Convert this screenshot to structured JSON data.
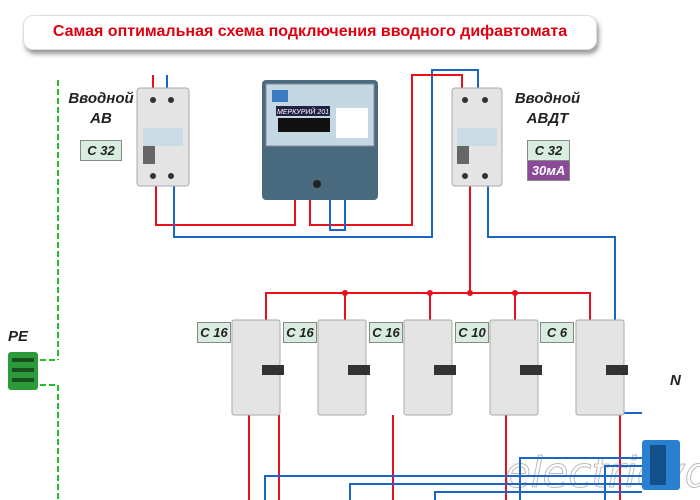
{
  "title": "Самая оптимальная схема подключения вводного дифавтомата",
  "input_breaker": {
    "label_line1": "Вводной",
    "label_line2": "АВ",
    "rating": "C 32"
  },
  "input_rcbo": {
    "label_line1": "Вводной",
    "label_line2": "АВДТ",
    "rating": "C 32",
    "leakage": "30мА"
  },
  "meter": {
    "brand": "МЕРКУРИЙ 201"
  },
  "branch_breakers": [
    {
      "rating": "C 16"
    },
    {
      "rating": "C 16"
    },
    {
      "rating": "C 16"
    },
    {
      "rating": "C 10"
    },
    {
      "rating": "C 6"
    }
  ],
  "pe_label": "PE",
  "n_label": "N",
  "watermark": "electricvdome.ru",
  "colors": {
    "phase": "#e8101a",
    "neutral": "#1a66c8",
    "pe": "#22c022",
    "title": "#e00010",
    "leakage_bg": "#8a4a98"
  }
}
